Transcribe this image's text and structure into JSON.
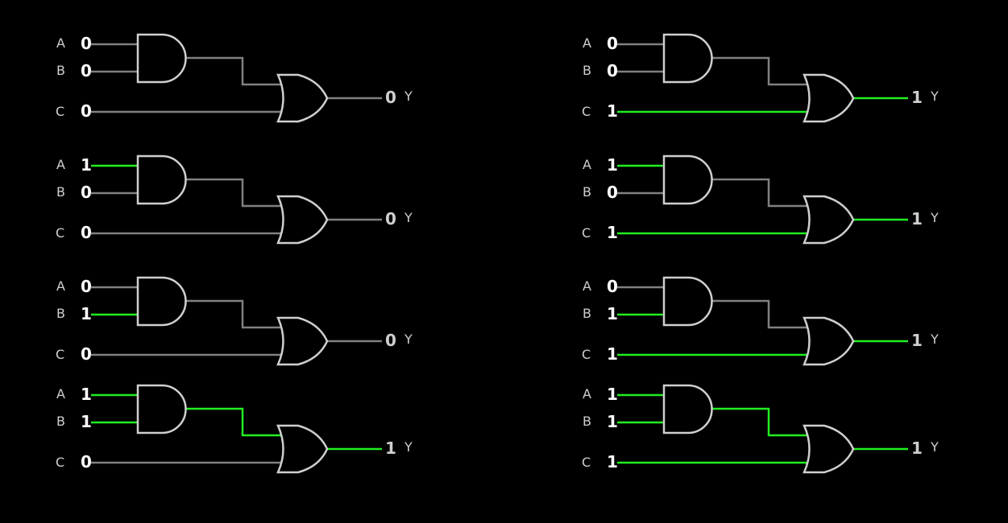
{
  "colors": {
    "background": "#000000",
    "wire_off": "#808080",
    "wire_on": "#22ee22",
    "gate_stroke": "#cfcfcf"
  },
  "labels": {
    "a": "A",
    "b": "B",
    "c": "C",
    "y": "Y"
  },
  "circuits": [
    {
      "a": "0",
      "b": "0",
      "c": "0",
      "y": "0"
    },
    {
      "a": "1",
      "b": "0",
      "c": "0",
      "y": "0"
    },
    {
      "a": "0",
      "b": "1",
      "c": "0",
      "y": "0"
    },
    {
      "a": "1",
      "b": "1",
      "c": "0",
      "y": "1"
    },
    {
      "a": "0",
      "b": "0",
      "c": "1",
      "y": "1"
    },
    {
      "a": "1",
      "b": "0",
      "c": "1",
      "y": "1"
    },
    {
      "a": "0",
      "b": "1",
      "c": "1",
      "y": "1"
    },
    {
      "a": "1",
      "b": "1",
      "c": "1",
      "y": "1"
    }
  ]
}
